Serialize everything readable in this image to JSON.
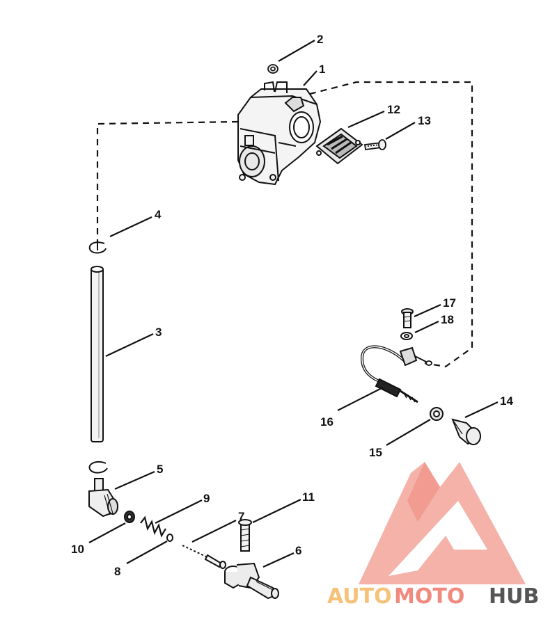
{
  "callouts": {
    "c1": "1",
    "c2": "2",
    "c3": "3",
    "c4": "4",
    "c5": "5",
    "c6": "6",
    "c7": "7",
    "c8": "8",
    "c9": "9",
    "c10": "10",
    "c11": "11",
    "c12": "12",
    "c13": "13",
    "c14": "14",
    "c15": "15",
    "c16": "16",
    "c17": "17",
    "c18": "18"
  },
  "watermark": {
    "part1": "AUTO",
    "part2": "MOTO",
    "part3": "HUB",
    "color_primary": "#f08a7e",
    "color_secondary": "#f6c27a",
    "color_dark": "#555555"
  }
}
